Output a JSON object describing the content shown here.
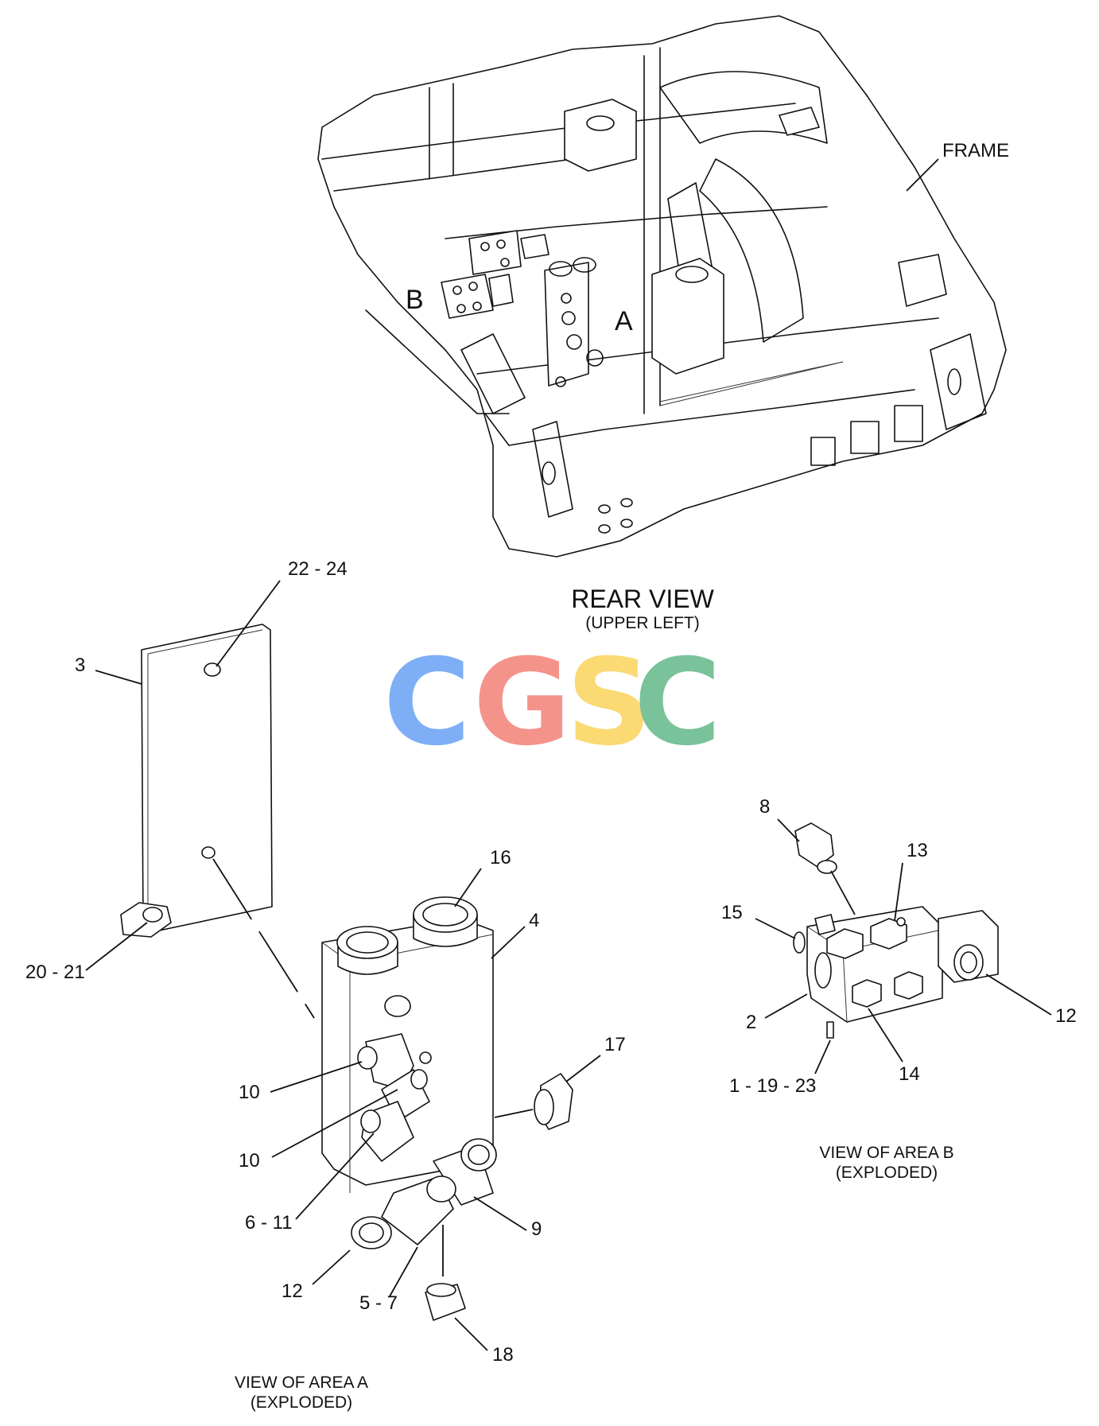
{
  "labels": {
    "frame": "FRAME",
    "area_a": "A",
    "area_b": "B",
    "rear_view_title": "REAR VIEW",
    "rear_view_sub": "(UPPER LEFT)",
    "view_a_title": "VIEW OF AREA A",
    "view_a_sub": "(EXPLODED)",
    "view_b_title": "VIEW OF AREA B",
    "view_b_sub": "(EXPLODED)"
  },
  "callouts": {
    "c22_24": "22 - 24",
    "c3": "3",
    "c20_21": "20 - 21",
    "c16": "16",
    "c4": "4",
    "c17": "17",
    "c10a": "10",
    "c10b": "10",
    "c6_11": "6 - 11",
    "c9": "9",
    "c12a": "12",
    "c5_7": "5 - 7",
    "c18": "18",
    "c8": "8",
    "c13": "13",
    "c15": "15",
    "c12b": "12",
    "c2": "2",
    "c14": "14",
    "c1_19_23": "1 - 19 - 23"
  },
  "watermark": {
    "letters": [
      "C",
      "G",
      "S",
      "C"
    ],
    "colors": [
      "#7eaef6",
      "#f4938a",
      "#fbd973",
      "#79c29a"
    ]
  }
}
